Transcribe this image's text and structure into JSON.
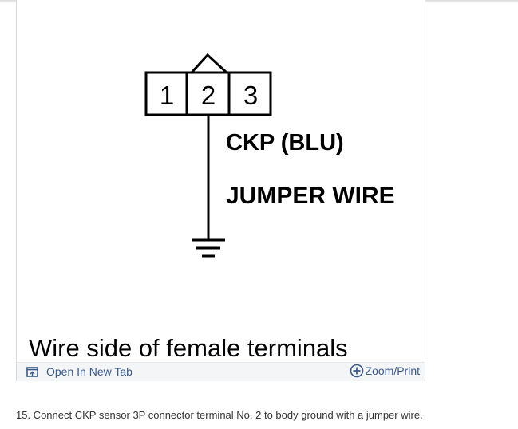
{
  "diagram": {
    "terminals": [
      "1",
      "2",
      "3"
    ],
    "wire_label": "CKP (BLU)",
    "jumper_label": "JUMPER WIRE",
    "caption": "Wire side of female terminals"
  },
  "toolbar": {
    "open_tab_label": "Open In New Tab",
    "zoom_label": "Zoom/Print",
    "open_tab_icon": "external-link-icon",
    "zoom_icon": "plus-circle-icon"
  },
  "step": {
    "text": "15. Connect CKP sensor 3P connector terminal No. 2 to body ground with a jumper wire."
  }
}
